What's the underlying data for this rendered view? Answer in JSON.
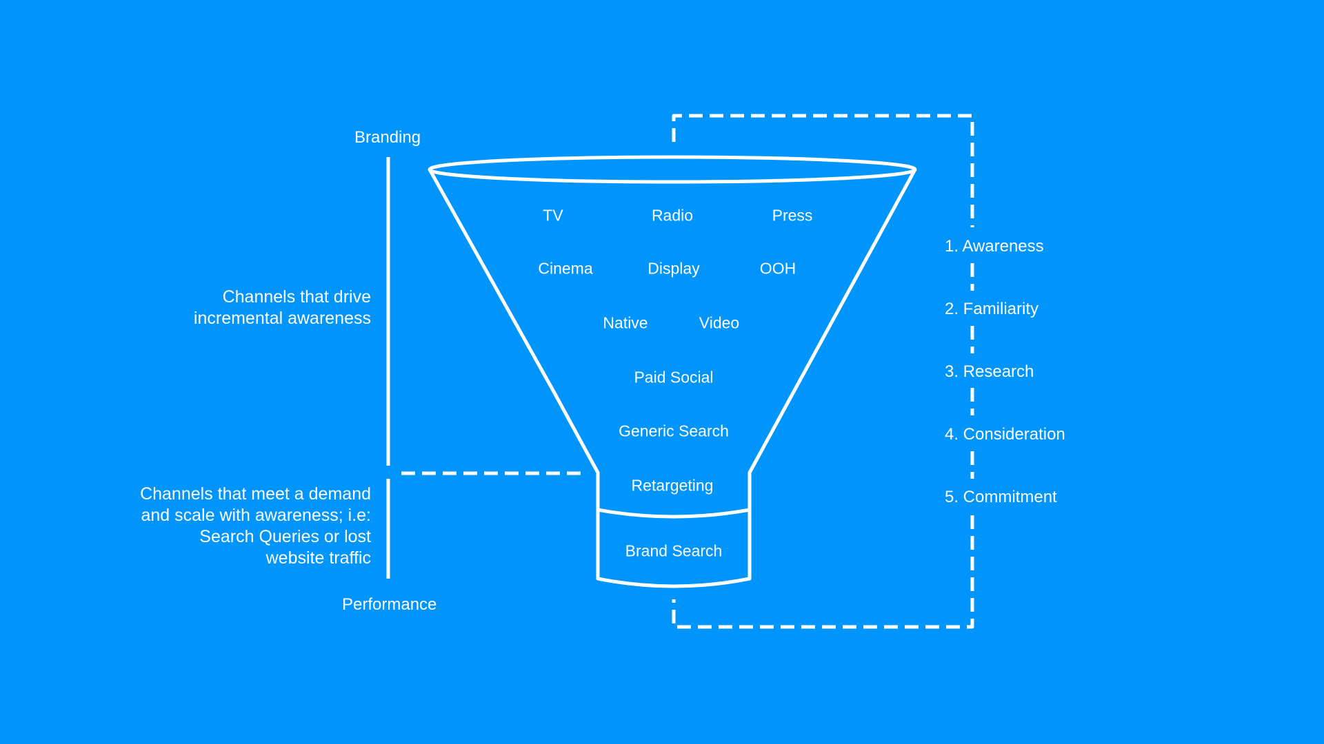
{
  "colors": {
    "background": "#0095fd",
    "stroke": "#ffffff"
  },
  "scale": {
    "top_label": "Branding",
    "bottom_label": "Performance",
    "branding_description": "Channels that drive incremental awareness",
    "performance_description": "Channels that meet a demand and scale with awareness; i.e: Search Queries or lost website traffic"
  },
  "funnel": {
    "channels": {
      "tv": "TV",
      "radio": "Radio",
      "press": "Press",
      "cinema": "Cinema",
      "display": "Display",
      "ooh": "OOH",
      "native": "Native",
      "video": "Video",
      "paid_social": "Paid Social",
      "generic_search": "Generic Search",
      "retargeting": "Retargeting"
    },
    "base_channel": "Brand Search"
  },
  "stages": [
    {
      "label": "1. Awareness"
    },
    {
      "label": "2. Familiarity"
    },
    {
      "label": "3. Research"
    },
    {
      "label": "4. Consideration"
    },
    {
      "label": "5. Commitment"
    }
  ]
}
